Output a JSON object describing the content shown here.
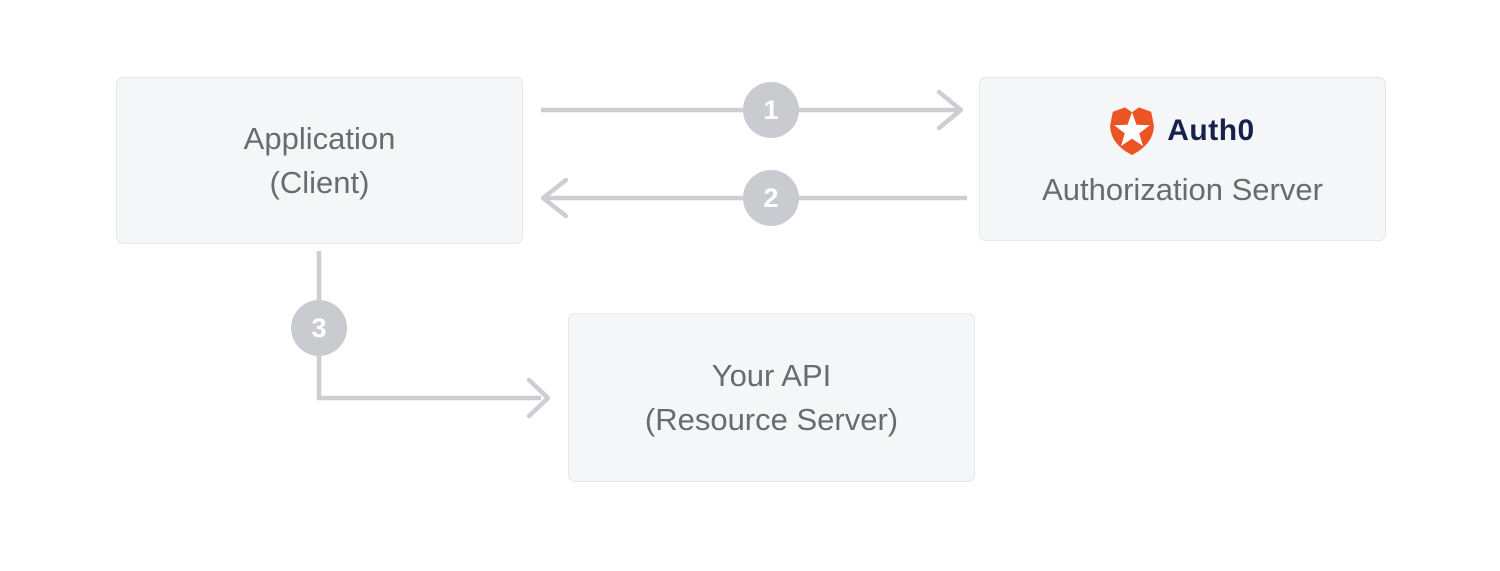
{
  "diagram": {
    "nodes": {
      "application": {
        "name": "Application",
        "qualifier": "(Client)"
      },
      "authorization_server": {
        "brand": "Auth0",
        "label": "Authorization Server"
      },
      "api": {
        "name": "Your API",
        "qualifier": "(Resource Server)"
      }
    },
    "steps": [
      {
        "number": "1",
        "from": "application",
        "to": "authorization_server",
        "direction": "right"
      },
      {
        "number": "2",
        "from": "authorization_server",
        "to": "application",
        "direction": "left"
      },
      {
        "number": "3",
        "from": "application",
        "to": "api",
        "direction": "down-right"
      }
    ],
    "icons": {
      "auth0_logo": "auth0-shield-star-icon"
    },
    "colors": {
      "page_bg": "#ffffff",
      "box_bg": "#f5f6f7",
      "box_border": "#e5e7e9",
      "box_text": "#696b6e",
      "arrow": "#ccced3",
      "step_circle_bg": "#c9cbd0",
      "step_circle_text": "#ffffff",
      "auth0_orange": "#eb5424",
      "auth0_navy": "#16214d"
    }
  }
}
